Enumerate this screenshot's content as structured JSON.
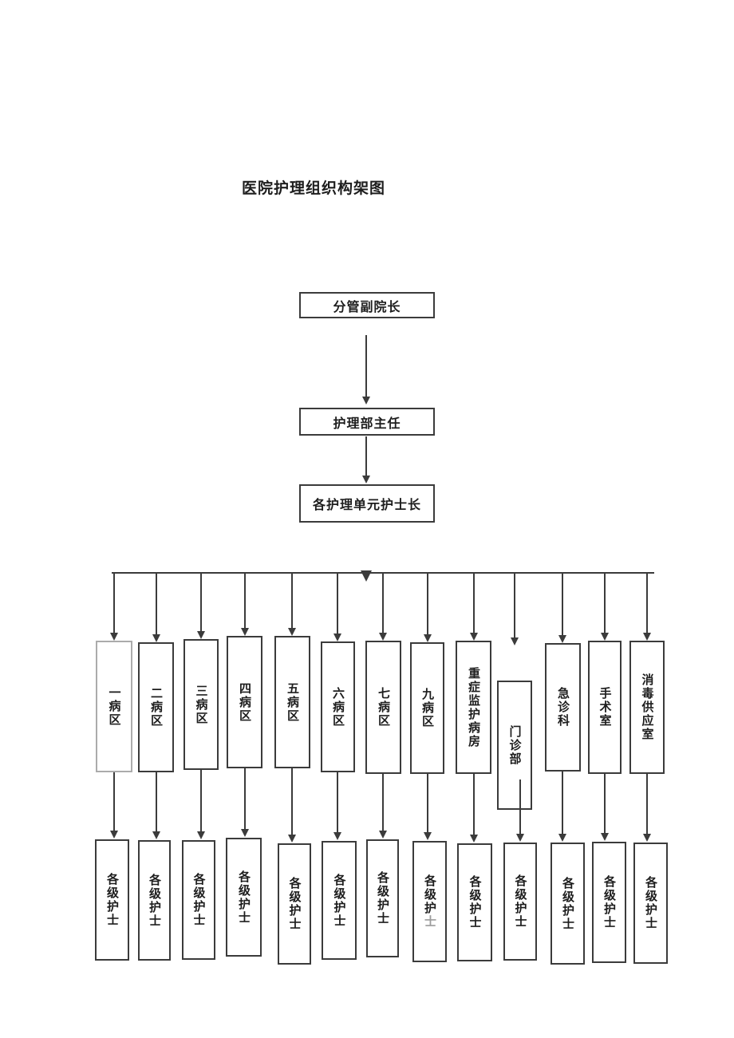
{
  "title": "医院护理组织构架图",
  "hierarchy": [
    {
      "label": "分管副院长"
    },
    {
      "label": "护理部主任"
    },
    {
      "label": "各护理单元护士长"
    }
  ],
  "departments": [
    {
      "label": "一病区"
    },
    {
      "label": "二病区"
    },
    {
      "label": "三病区"
    },
    {
      "label": "四病区"
    },
    {
      "label": "五病区"
    },
    {
      "label": "六病区"
    },
    {
      "label": "七病区"
    },
    {
      "label": "九病区"
    },
    {
      "label": "重症监护病房"
    },
    {
      "label": "门诊部"
    },
    {
      "label": "急诊科"
    },
    {
      "label": "手术室"
    },
    {
      "label": "消毒供应室"
    }
  ],
  "nurses": [
    {
      "label": "各级护士"
    },
    {
      "label": "各级护士"
    },
    {
      "label": "各级护士"
    },
    {
      "label": "各级护士"
    },
    {
      "label": "各级护士"
    },
    {
      "label": "各级护士"
    },
    {
      "label": "各级护士"
    },
    {
      "label_main": "各级护",
      "label_faded": "士"
    },
    {
      "label": "各级护士"
    },
    {
      "label": "各级护士"
    },
    {
      "label": "各级护士"
    },
    {
      "label": "各级护士"
    },
    {
      "label": "各级护士"
    }
  ],
  "colors": {
    "background": "#ffffff",
    "line": "#3b3b3b",
    "box_border": "#3b3b3b",
    "light_box_border": "#ababab",
    "text": "#1d1d1d",
    "faded_text": "#9c9c9c"
  }
}
